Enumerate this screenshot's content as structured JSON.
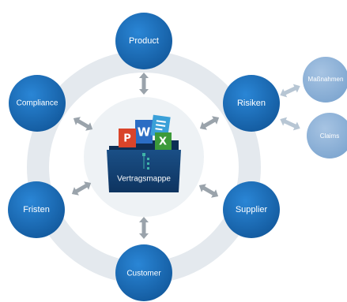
{
  "center": {
    "label": "Vertragsmappe"
  },
  "nodes": {
    "product": "Product",
    "risiken": "Risiken",
    "supplier": "Supplier",
    "customer": "Customer",
    "fristen": "Fristen",
    "compliance": "Compliance"
  },
  "sub_nodes": {
    "massnahmen": "Maßnahmen",
    "claims": "Claims"
  },
  "icons": {
    "p": "P",
    "w": "W",
    "x": "X"
  },
  "colors": {
    "node": "#1a6bb5",
    "sub_node": "#8fb3d9",
    "ring": "#e6ebf0",
    "arrow": "#9aa3ab",
    "folder": "#123e6b"
  }
}
